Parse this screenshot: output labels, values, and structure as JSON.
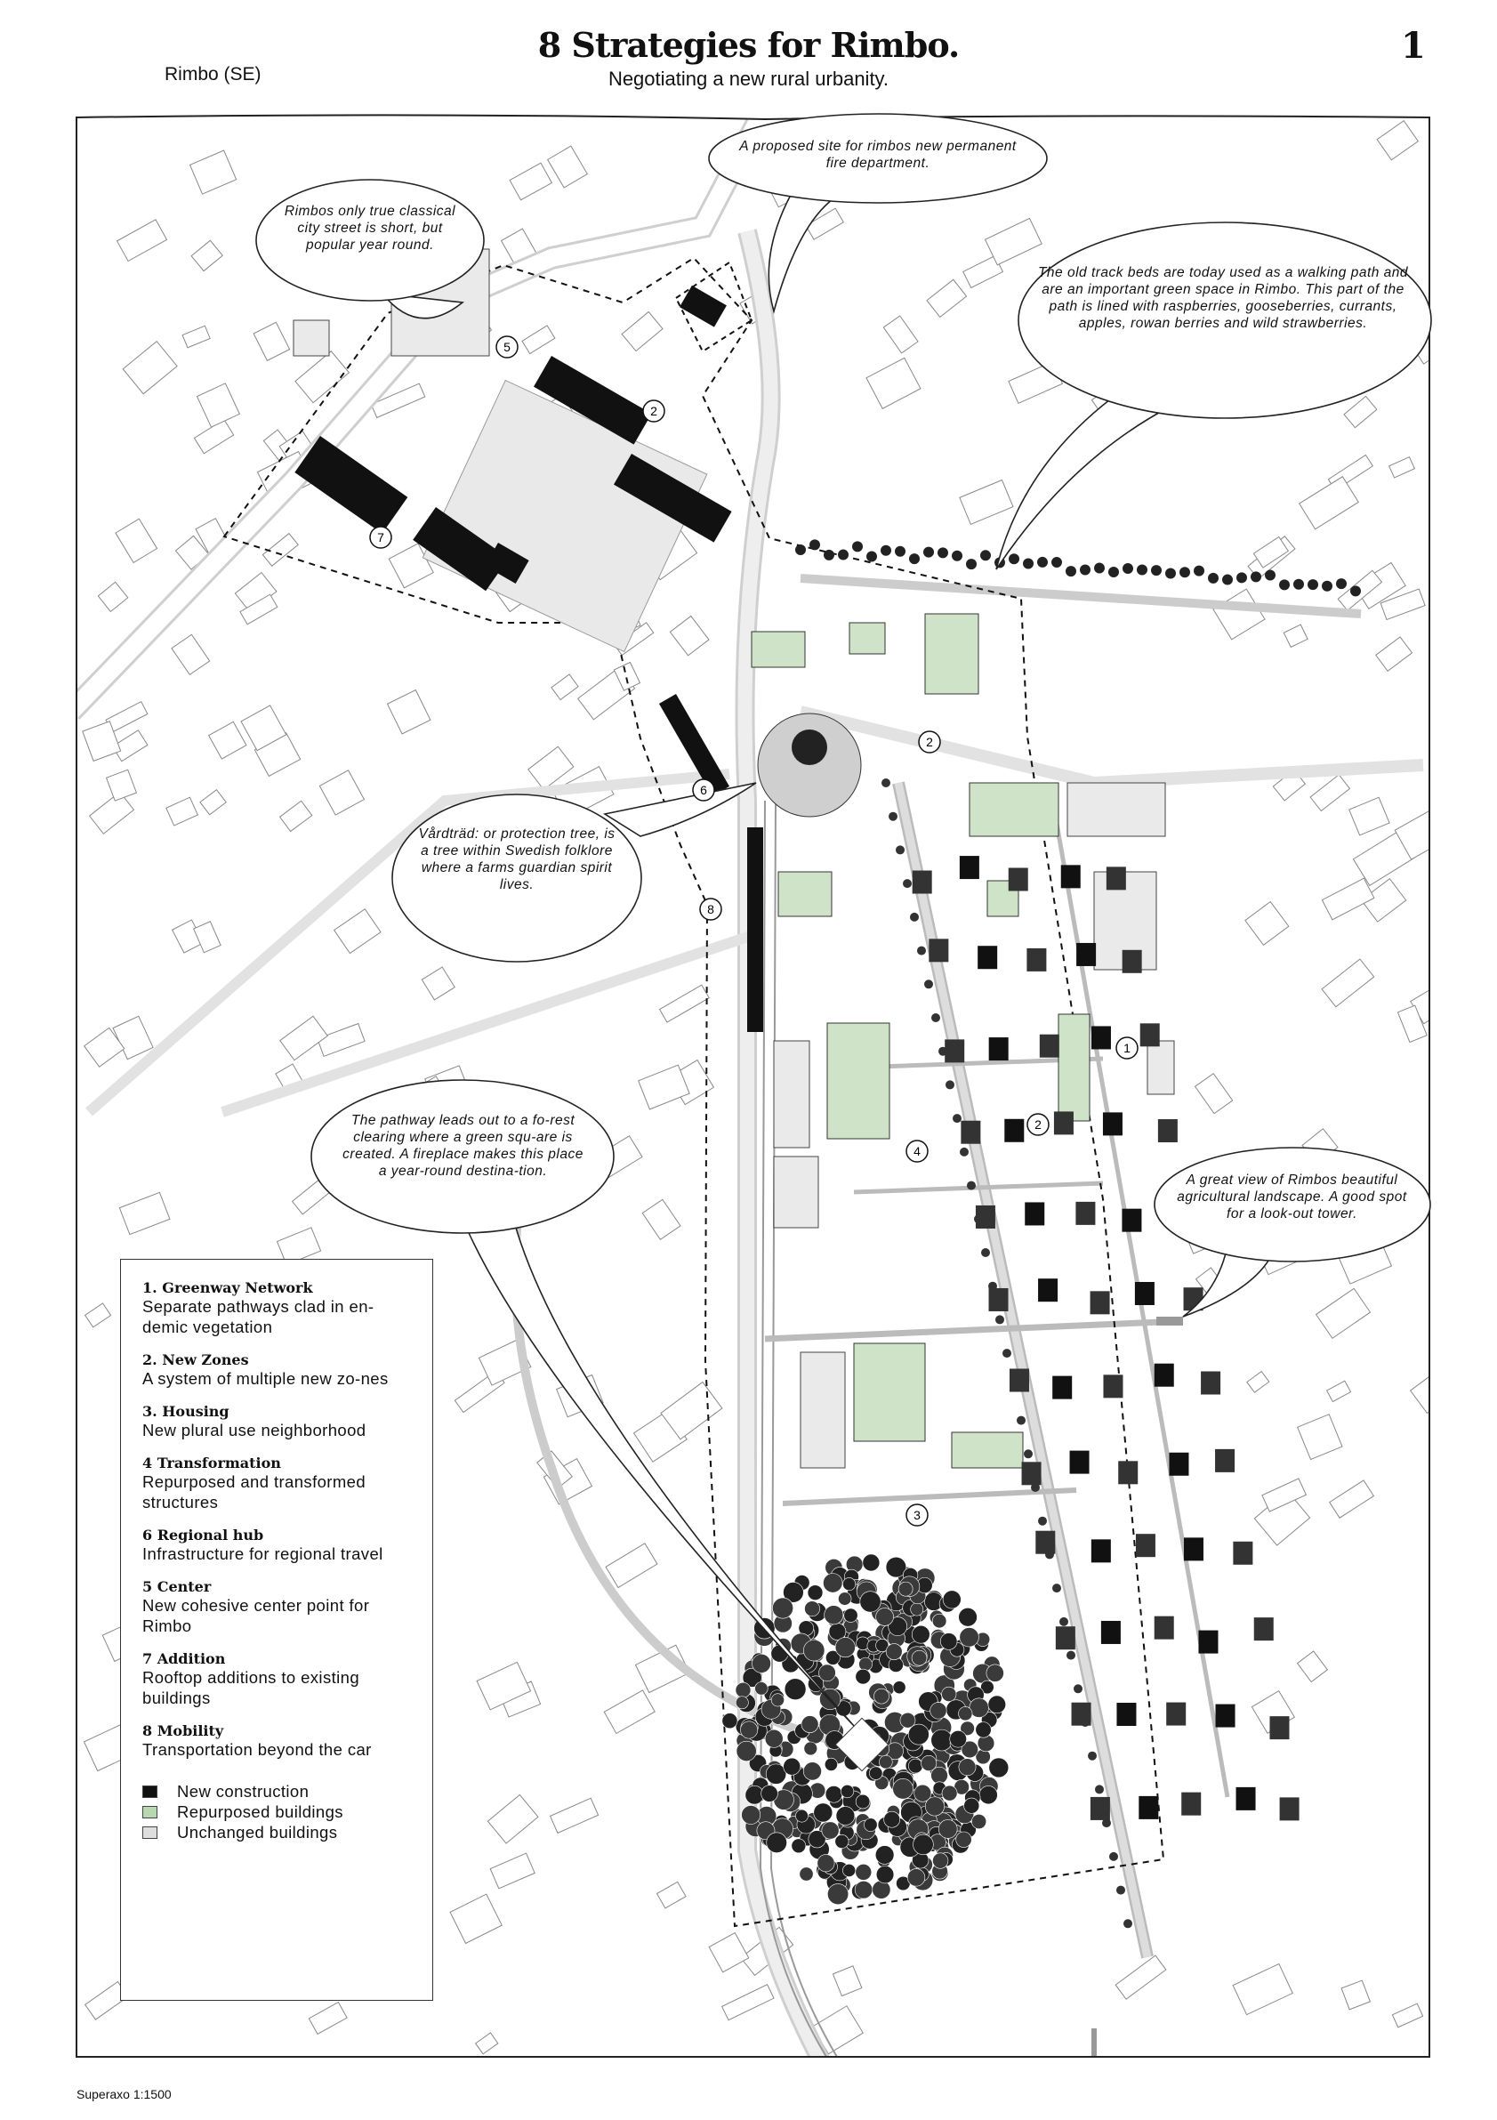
{
  "header": {
    "title": "8 Strategies for Rimbo.",
    "subtitle": "Negotiating a new rural urbanity.",
    "place": "Rimbo (SE)",
    "page_number": "1"
  },
  "footer": {
    "scale": "Superaxo 1:1500"
  },
  "colors": {
    "new": "#111111",
    "repurposed": "#cfe3c9",
    "unchanged": "#dedede"
  },
  "callouts": [
    {
      "id": "city-street",
      "text": "Rimbos only true classical city street is short, but popular year round."
    },
    {
      "id": "fire-department",
      "text": "A proposed site for rimbos new permanent fire department."
    },
    {
      "id": "track-beds",
      "text": "The old track beds are today used as a walking path and are an important green space in Rimbo. This part of the path is lined with raspberries, gooseberries, currants, apples, rowan berries and wild strawberries."
    },
    {
      "id": "vardtrad",
      "text": "Vårdträd: or protection tree, is a tree within Swedish folklore where a farms guardian spirit lives."
    },
    {
      "id": "pathway",
      "text": "The pathway leads out to a fo-rest clearing where a green squ-are is created. A fireplace makes this place a year-round destina-tion."
    },
    {
      "id": "view",
      "text": "A great view of Rimbos beautiful agricultural landscape. A good spot for a look-out tower."
    }
  ],
  "markers": [
    "5",
    "2",
    "7",
    "2",
    "6",
    "8",
    "1",
    "2",
    "4",
    "3"
  ],
  "legend": {
    "items": [
      {
        "heading": "1. Greenway Network",
        "desc": "Separate pathways clad in en-demic vegetation"
      },
      {
        "heading": "2. New Zones",
        "desc": "A system of multiple new zo-nes"
      },
      {
        "heading": "3. Housing",
        "desc": "New plural use neighborhood"
      },
      {
        "heading": "4 Transformation",
        "desc": "Repurposed and transformed structures"
      },
      {
        "heading": "6 Regional hub",
        "desc": "Infrastructure for regional travel"
      },
      {
        "heading": "5 Center",
        "desc": "New cohesive center point for Rimbo"
      },
      {
        "heading": "7 Addition",
        "desc": "Rooftop additions to existing buildings"
      },
      {
        "heading": "8 Mobility",
        "desc": "Transportation beyond the car"
      }
    ],
    "keys": [
      {
        "label": "New construction"
      },
      {
        "label": "Repurposed buildings"
      },
      {
        "label": "Unchanged buildings"
      }
    ]
  }
}
